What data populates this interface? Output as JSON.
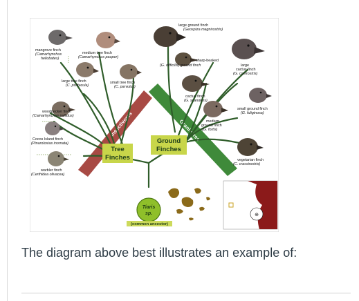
{
  "diagram": {
    "labels": {
      "mangrove": [
        "mangrove finch",
        "(Camarhynchus",
        "heliobates)"
      ],
      "medium_tree": [
        "medium tree finch",
        "(Camarhynchus pauper)"
      ],
      "large_ground": [
        "large ground finch",
        "(Geospiza magnirostris)"
      ],
      "sharp_beaked": [
        "sharp-beaked",
        "(G. difficilis) ground finch"
      ],
      "large_cactus": [
        "large",
        "cactus finch",
        "(G. conirostris)"
      ],
      "large_tree": [
        "large tree finch",
        "(C. psittacula)"
      ],
      "small_tree": [
        "small tree finch",
        "(C. parvulus)"
      ],
      "cactus": [
        "cactus finch",
        "(G. scandens)"
      ],
      "woodpecker": [
        "woodpecker finch",
        "(Camarhynchus pallidus)"
      ],
      "small_ground": [
        "small ground finch",
        "(G. fuliginosa)"
      ],
      "medium_ground": [
        "medium",
        "ground finch",
        "(G. fortis)"
      ],
      "cocos": [
        "Cocos Island finch",
        "(Pinaroloxias inornata)"
      ],
      "vegetarian": [
        "vegetarian finch",
        "(C. crassirostris)"
      ],
      "warbler": [
        "warbler finch",
        "(Certhidea olivacea)"
      ]
    },
    "bands": {
      "insectivores": "Insectivores",
      "granivores": "Granivores"
    },
    "boxes": {
      "tree": [
        "Tree",
        "Finches"
      ],
      "ground": [
        "Ground",
        "Finches"
      ]
    },
    "ancestor": {
      "name": "Tiaris",
      "name2": "sp.",
      "caption": "(common ancestor)"
    },
    "colors": {
      "branch": "#2f5d2a",
      "insectivore_band": "#a84a44",
      "granivore_band": "#3f8a3a",
      "box_fill": "#c8d64a",
      "ancestor_fill": "#8fbf2a",
      "island_fill": "#8b6a1a",
      "map_bg": "#ffffff",
      "map_red": "#8b1a1a"
    }
  },
  "question": {
    "text": "The diagram above best illustrates an example of:"
  }
}
